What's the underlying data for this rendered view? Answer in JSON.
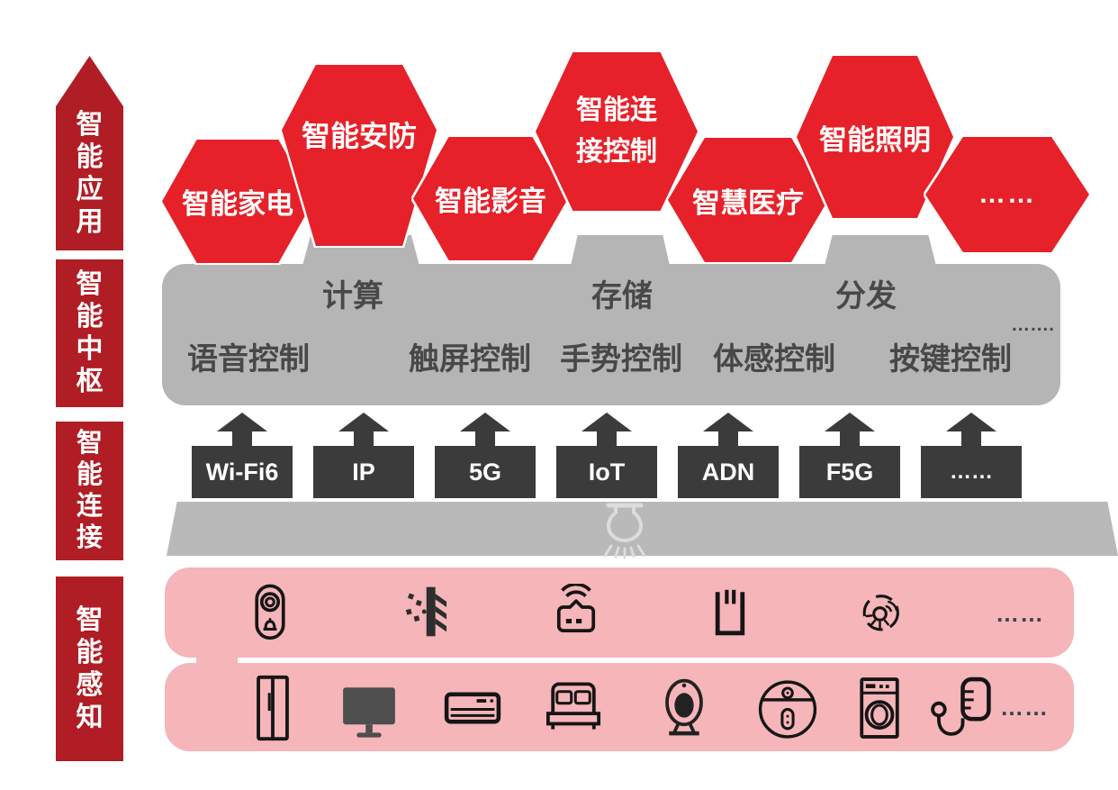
{
  "side_labels": [
    {
      "label": "智能应用"
    },
    {
      "label": "智能中枢"
    },
    {
      "label": "智能连接"
    },
    {
      "label": "智能感知"
    }
  ],
  "hexagons": [
    {
      "label": "智能家电"
    },
    {
      "label": "智能安防"
    },
    {
      "label": "智能影音"
    },
    {
      "label": "智能连\n接控制"
    },
    {
      "label": "智慧医疗"
    },
    {
      "label": "智能照明"
    },
    {
      "label": "……"
    }
  ],
  "hub": {
    "functions": [
      {
        "label": "计算"
      },
      {
        "label": "存储"
      },
      {
        "label": "分发"
      }
    ],
    "controls": [
      {
        "label": "语音控制"
      },
      {
        "label": "触屏控制"
      },
      {
        "label": "手势控制"
      },
      {
        "label": "体感控制"
      },
      {
        "label": "按键控制"
      }
    ],
    "more": "……."
  },
  "protocols": [
    {
      "label": "Wi-Fi6"
    },
    {
      "label": "IP"
    },
    {
      "label": "5G"
    },
    {
      "label": "IoT"
    },
    {
      "label": "ADN"
    },
    {
      "label": "F5G"
    },
    {
      "label": "……"
    }
  ],
  "sensor_row": {
    "icons": [
      "video-doorbell-icon",
      "spray-sensor-icon",
      "gateway-router-icon",
      "smart-socket-icon",
      "motion-sensor-icon"
    ],
    "more": "……"
  },
  "device_row": {
    "icons": [
      "refrigerator-icon",
      "tv-icon",
      "air-conditioner-icon",
      "bed-icon",
      "camera-icon",
      "robot-vacuum-icon",
      "washing-machine-icon",
      "health-monitor-icon"
    ],
    "more": "……"
  },
  "ceiling_icon": "ceiling-light-icon",
  "colors": {
    "hexagon_red": "#e62129",
    "side_label_red": "#b11d24",
    "hub_gray": "#b5b5b5",
    "ceiling_gray": "#b9b9b9",
    "connector_dark": "#3b3b3b",
    "pink": "#f5b5b9",
    "hub_text_gray": "#484848",
    "dots_color": "#3a4250",
    "icon_black": "#151515"
  }
}
